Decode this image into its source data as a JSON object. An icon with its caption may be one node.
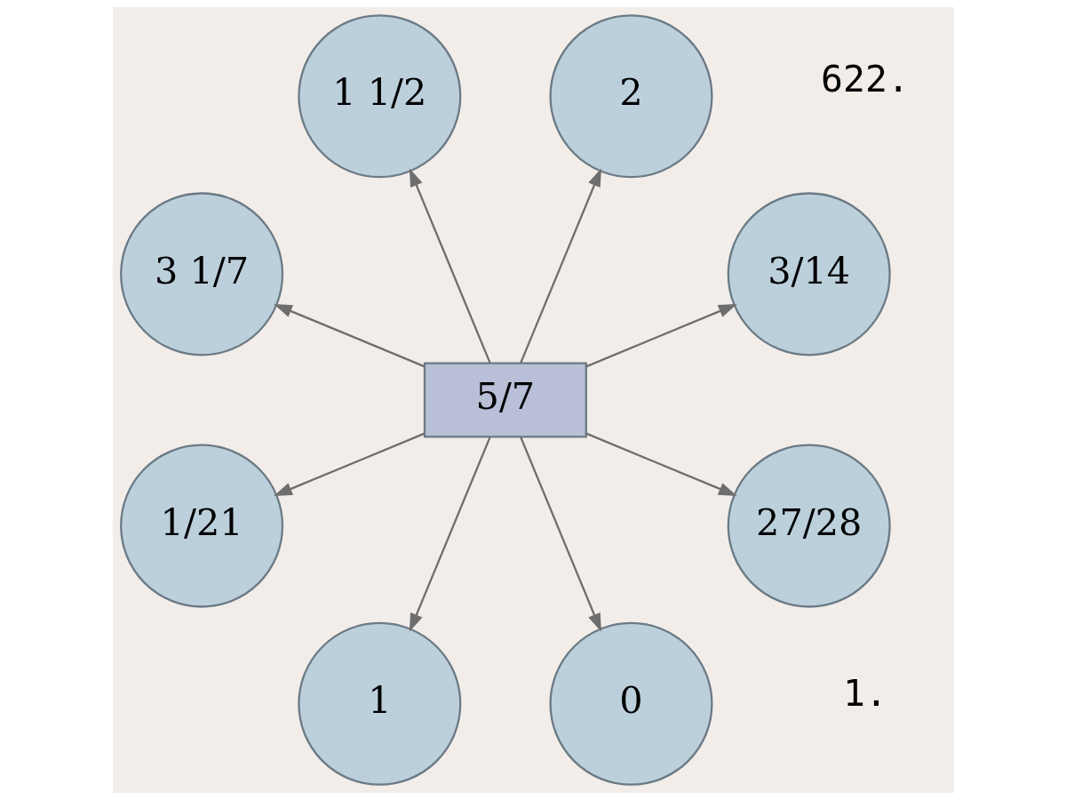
{
  "diagram": {
    "nodes": [
      {
        "text": [
          "3/14"
        ]
      },
      {
        "text": [
          "2"
        ]
      },
      {
        "text": [
          "1 1/2"
        ]
      },
      {
        "text": [
          "3 1/7"
        ]
      },
      {
        "text": [
          "5/7"
        ]
      },
      {
        "text": [
          "1/21"
        ]
      },
      {
        "text": [
          "1"
        ]
      },
      {
        "text": [
          "0"
        ]
      },
      {
        "text": [
          "27/28"
        ]
      }
    ],
    "edges": [
      {
        "from": 4,
        "to": 0,
        "arrow": "to"
      },
      {
        "from": 4,
        "to": 1,
        "arrow": "to"
      },
      {
        "from": 4,
        "to": 2,
        "arrow": "to"
      },
      {
        "from": 4,
        "to": 3,
        "arrow": "to"
      },
      {
        "from": 4,
        "to": 5,
        "arrow": "to"
      },
      {
        "from": 4,
        "to": 6,
        "arrow": "to"
      },
      {
        "from": 4,
        "to": 7,
        "arrow": "to"
      },
      {
        "from": 4,
        "to": 8,
        "arrow": "to"
      }
    ],
    "labels": [
      "622.",
      "1."
    ]
  }
}
